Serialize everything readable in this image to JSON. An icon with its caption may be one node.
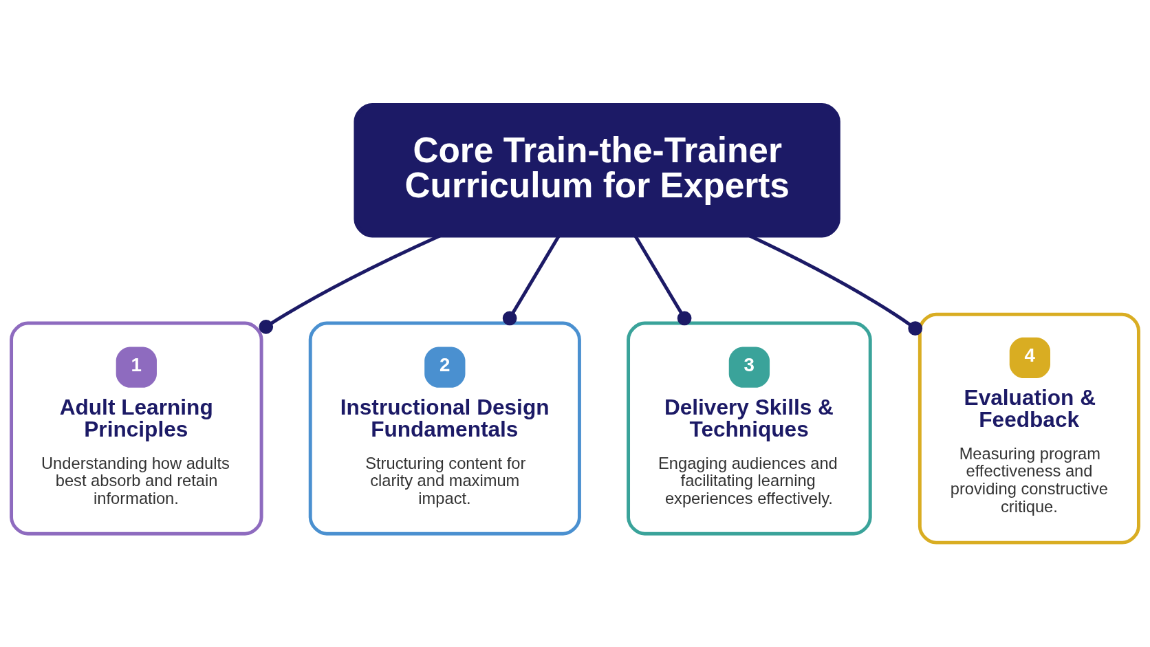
{
  "diagram": {
    "nodes": [
      {
        "text": [
          "Core Train-the-Trainer Curriculum for Experts"
        ]
      },
      {
        "text": [
          "1",
          "Adult Learning Principles",
          "Understanding how adults best absorb and retain information."
        ]
      },
      {
        "text": [
          "2",
          "Instructional Design Fundamentals",
          "Structuring content for clarity and maximum impact."
        ]
      },
      {
        "text": [
          "3",
          "Delivery Skills & Techniques",
          "Engaging audiences and facilitating learning experiences effectively."
        ]
      },
      {
        "text": [
          "4",
          "Evaluation & Feedback",
          "Measuring program effectiveness and providing constructive critique."
        ]
      }
    ],
    "edges": [
      {
        "from": 0,
        "to": 1,
        "arrow": "other"
      },
      {
        "from": 0,
        "to": 2,
        "arrow": "other"
      },
      {
        "from": 0,
        "to": 3,
        "arrow": "other"
      },
      {
        "from": 0,
        "to": 4,
        "arrow": "other"
      }
    ]
  }
}
